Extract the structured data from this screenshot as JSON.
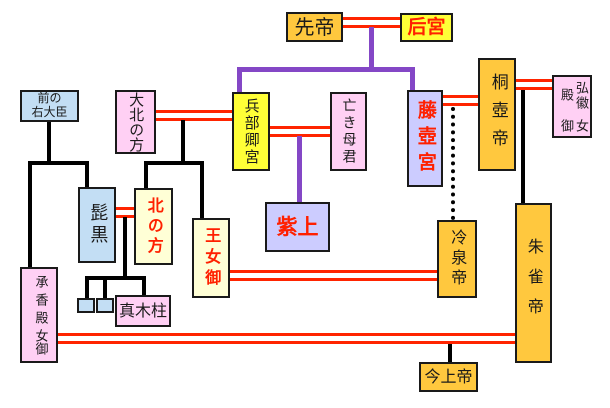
{
  "diagram": {
    "type": "family-tree",
    "background": "#ffffff",
    "palette": {
      "emperor_fill": "#ffc83e",
      "yellow_fill": "#ffff37",
      "pink_fill": "#ffd0f4",
      "blue_fill": "#c3def4",
      "lavender_fill": "#ccccff",
      "cream_fill": "#ffffd6",
      "black_text": "#1a1a1a",
      "red_text": "#ff2000",
      "marriage_line": "#ff2400",
      "descent_line": "#000000",
      "dotted_descent_line": "#000000",
      "purple_descent_line": "#8447c6"
    },
    "nodes": {
      "sentei": {
        "label": "先帝"
      },
      "kokyu": {
        "label": "后宮"
      },
      "saki_no_udaijin": {
        "label": "前の右大臣",
        "line1": "前の",
        "line2": "右大臣"
      },
      "okitanokata": {
        "label": "大北の方",
        "side": "大",
        "main": "北の方"
      },
      "hyobukyo": {
        "label": "兵部卿宮"
      },
      "naki_hahagimi": {
        "label": "亡き母君"
      },
      "fujitsubo": {
        "label": "藤壺宮"
      },
      "kiritsubo": {
        "label": "桐壺帝"
      },
      "kokiden": {
        "label": "弘徽殿女御",
        "main": "弘徽殿",
        "sub": "女御"
      },
      "higekuro": {
        "label": "髭黒"
      },
      "kitanokata": {
        "label": "北の方"
      },
      "murasaki": {
        "label": "紫上"
      },
      "onyogo": {
        "label": "王女御"
      },
      "reizei": {
        "label": "冷泉帝"
      },
      "suzaku": {
        "label": "朱雀帝"
      },
      "shokyoden": {
        "label": "承香殿女御",
        "main": "承香殿",
        "sub": "女御"
      },
      "makibashira": {
        "label": "真木柱"
      },
      "kinjo": {
        "label": "今上帝"
      },
      "unnamed_sons": {
        "count": 2,
        "label": ""
      }
    },
    "relationships": {
      "marriages": [
        [
          "先帝",
          "后宮"
        ],
        [
          "大北の方",
          "兵部卿宮"
        ],
        [
          "兵部卿宮",
          "亡き母君"
        ],
        [
          "藤壺宮",
          "桐壺帝"
        ],
        [
          "桐壺帝",
          "弘徽殿女御"
        ],
        [
          "髭黒",
          "北の方"
        ],
        [
          "王女御",
          "冷泉帝"
        ],
        [
          "承香殿女御",
          "朱雀帝"
        ]
      ],
      "children": [
        {
          "parents": [
            "先帝",
            "后宮"
          ],
          "child": "兵部卿宮",
          "line": "purple"
        },
        {
          "parents": [
            "先帝",
            "后宮"
          ],
          "child": "藤壺宮",
          "line": "purple"
        },
        {
          "parents": [
            "兵部卿宮",
            "亡き母君"
          ],
          "child": "紫上",
          "line": "purple"
        },
        {
          "parents": [
            "大北の方",
            "兵部卿宮"
          ],
          "child": "北の方",
          "line": "black"
        },
        {
          "parents": [
            "大北の方",
            "兵部卿宮"
          ],
          "child": "王女御",
          "line": "black"
        },
        {
          "parents": [
            "前の右大臣"
          ],
          "child": "承香殿女御",
          "line": "black"
        },
        {
          "parents": [
            "前の右大臣"
          ],
          "child": "髭黒",
          "line": "black"
        },
        {
          "parents": [
            "髭黒",
            "北の方"
          ],
          "child": "息子(二人)",
          "line": "black"
        },
        {
          "parents": [
            "髭黒",
            "北の方"
          ],
          "child": "真木柱",
          "line": "black"
        },
        {
          "parents": [
            "藤壺宮",
            "桐壺帝"
          ],
          "child": "冷泉帝",
          "line": "dotted"
        },
        {
          "parents": [
            "桐壺帝",
            "弘徽殿女御"
          ],
          "child": "朱雀帝",
          "line": "black"
        },
        {
          "parents": [
            "承香殿女御",
            "朱雀帝"
          ],
          "child": "今上帝",
          "line": "black"
        }
      ]
    }
  }
}
